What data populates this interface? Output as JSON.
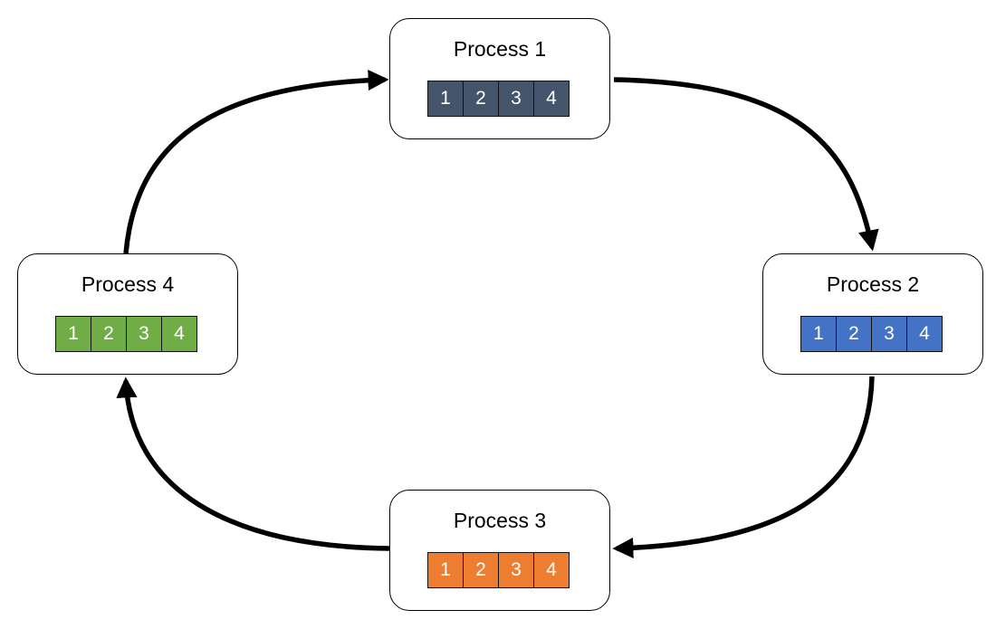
{
  "processes": [
    {
      "title": "Process 1",
      "color": "#44546a",
      "cells": [
        "1",
        "2",
        "3",
        "4"
      ]
    },
    {
      "title": "Process 2",
      "color": "#4472c4",
      "cells": [
        "1",
        "2",
        "3",
        "4"
      ]
    },
    {
      "title": "Process 3",
      "color": "#ed7d31",
      "cells": [
        "1",
        "2",
        "3",
        "4"
      ]
    },
    {
      "title": "Process 4",
      "color": "#70ad47",
      "cells": [
        "1",
        "2",
        "3",
        "4"
      ]
    }
  ],
  "edges": [
    {
      "from": "Process 1",
      "to": "Process 2"
    },
    {
      "from": "Process 2",
      "to": "Process 3"
    },
    {
      "from": "Process 3",
      "to": "Process 4"
    },
    {
      "from": "Process 4",
      "to": "Process 1"
    }
  ]
}
